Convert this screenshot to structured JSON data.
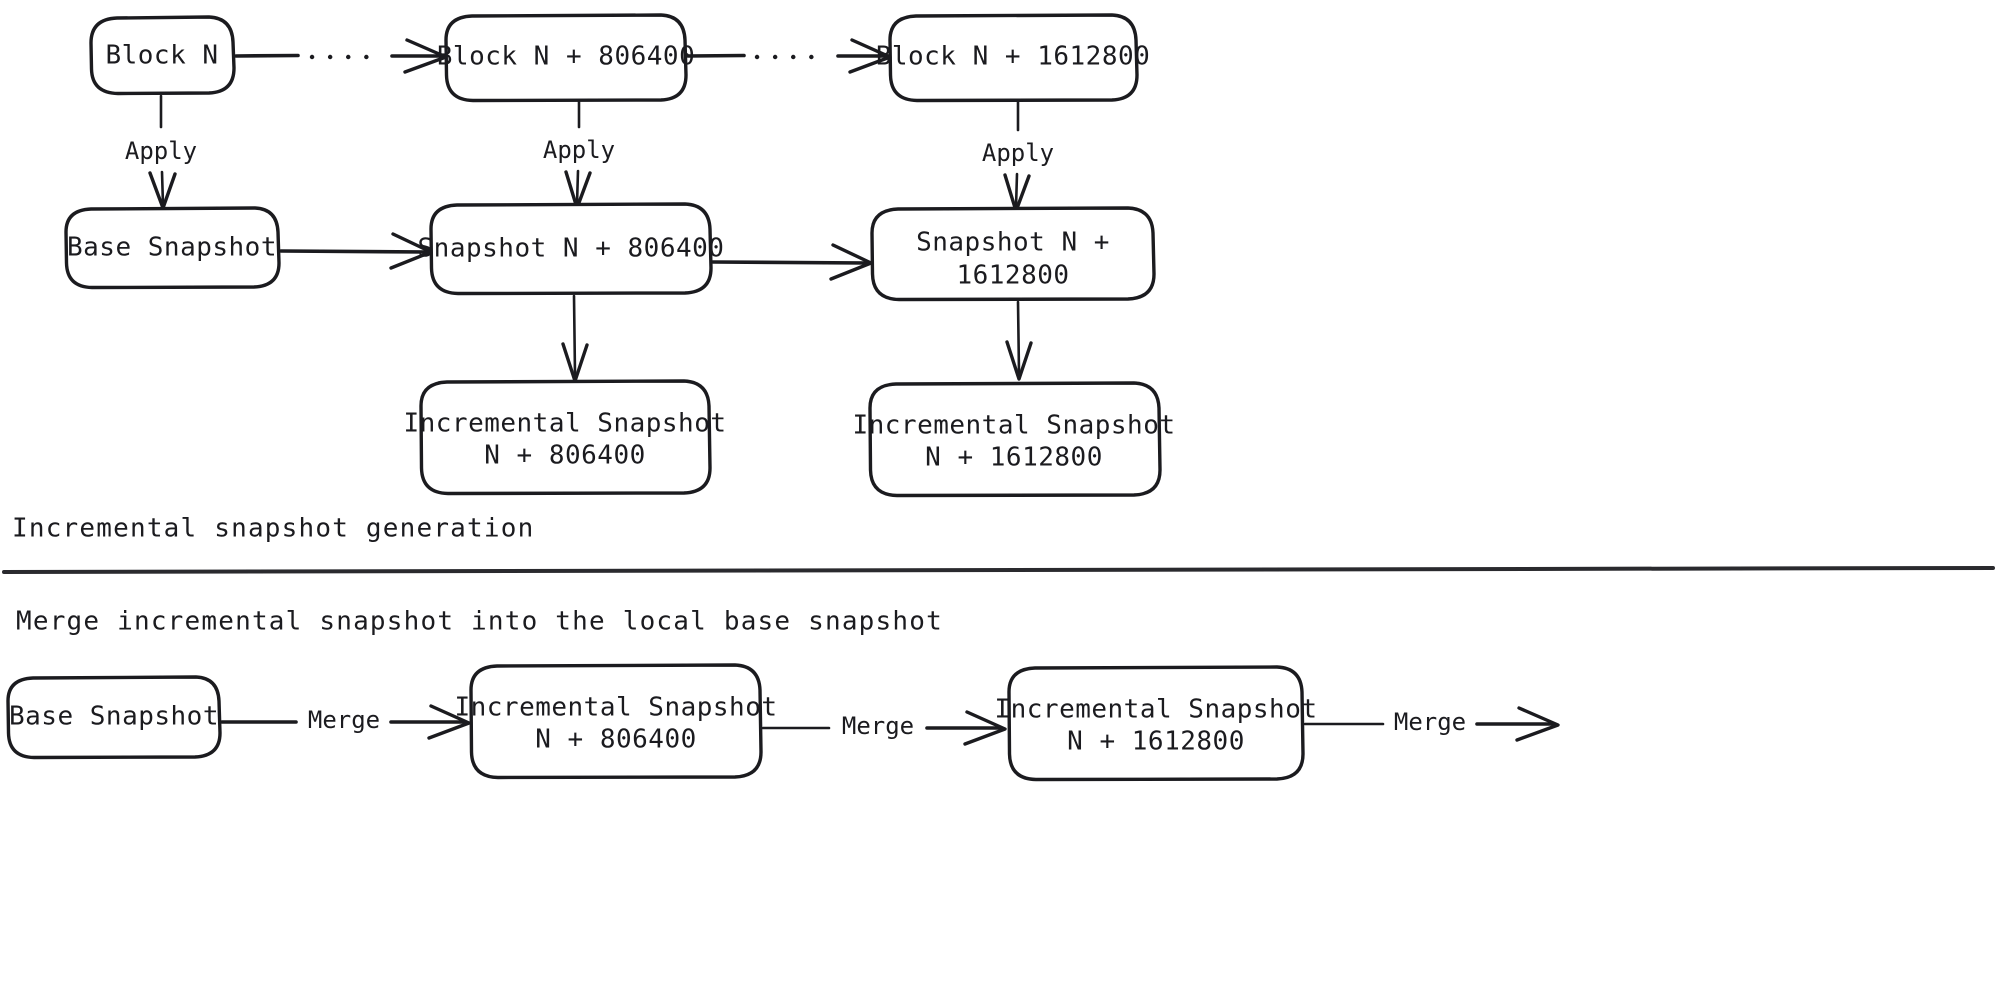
{
  "diagram": {
    "title": "Incremental snapshot generation and merge",
    "colors": {
      "ink": "#1b1b1f",
      "paper": "#ffffff",
      "divider": "#2a2a2e"
    },
    "sections": [
      {
        "id": "generation",
        "caption": "Incremental snapshot generation"
      },
      {
        "id": "merge",
        "caption": "Merge incremental snapshot into the local base snapshot"
      }
    ],
    "blocks_row": [
      {
        "id": "block-n",
        "label": "Block N"
      },
      {
        "id": "block-n-806400",
        "label": "Block N + 806400"
      },
      {
        "id": "block-n-1612800",
        "label": "Block N + 1612800"
      }
    ],
    "snapshots_row": [
      {
        "id": "base-snapshot",
        "line1": "Base Snapshot",
        "line2": ""
      },
      {
        "id": "snapshot-n-806400",
        "line1": "Snapshot N + 806400",
        "line2": ""
      },
      {
        "id": "snapshot-n-1612800",
        "line1": "Snapshot N +",
        "line2": "1612800"
      }
    ],
    "incremental_row": [
      {
        "id": "incremental-806400",
        "line1": "Incremental Snapshot",
        "line2": "N + 806400"
      },
      {
        "id": "incremental-1612800",
        "line1": "Incremental Snapshot",
        "line2": "N + 1612800"
      }
    ],
    "merge_row": [
      {
        "id": "merge-base-snapshot",
        "line1": "Base Snapshot",
        "line2": ""
      },
      {
        "id": "merge-incremental-806400",
        "line1": "Incremental Snapshot",
        "line2": "N + 806400"
      },
      {
        "id": "merge-incremental-1612800",
        "line1": "Incremental Snapshot",
        "line2": "N + 1612800"
      }
    ],
    "edge_labels": {
      "apply_1": "Apply",
      "apply_2": "Apply",
      "apply_3": "Apply",
      "merge_1": "Merge",
      "merge_2": "Merge",
      "merge_3": "Merge"
    }
  }
}
